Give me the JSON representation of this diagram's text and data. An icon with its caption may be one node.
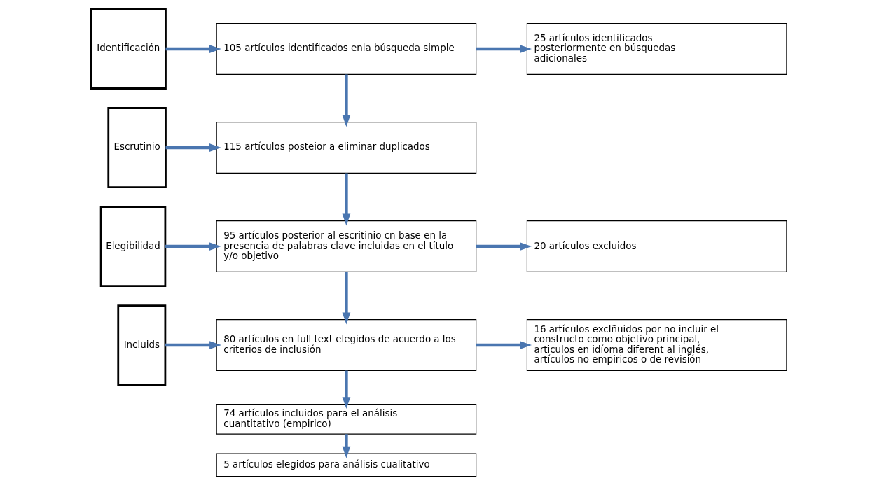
{
  "diagram": {
    "nodes": [
      {
        "text": [
          "Identificación"
        ]
      },
      {
        "text": [
          "105 artículos identificados enla búsqueda simple"
        ]
      },
      {
        "text": [
          "25 artículos identificados posteriormente en búsquedas adicionales"
        ]
      },
      {
        "text": [
          "Escrutinio"
        ]
      },
      {
        "text": [
          "115 artículos posteior a eliminar duplicados"
        ]
      },
      {
        "text": [
          "Elegibilidad"
        ]
      },
      {
        "text": [
          "95 artículos posterior al escritinio cn base en la presencia de palabras clave incluidas en el título y/o objetivo"
        ]
      },
      {
        "text": [
          "20 artículos excluidos"
        ]
      },
      {
        "text": [
          "Incluids"
        ]
      },
      {
        "text": [
          "80 artículos en full text elegidos de acuerdo a los criterios de inclusión"
        ]
      },
      {
        "text": [
          "16 artículos exclñuidos por no incluir el constructo como objetivo principal, articulos en idíoma diferent al inglés, artículos no empiricos o de revisión"
        ]
      },
      {
        "text": [
          "74 artículos incluidos para el análisis  cuantitativo (empirico)"
        ]
      },
      {
        "text": [
          "5 artículos elegidos para análisis cualitativo"
        ]
      }
    ],
    "edges": [
      {
        "from": 0,
        "to": 1,
        "arrow": "to"
      },
      {
        "from": 1,
        "to": 2,
        "arrow": "to"
      },
      {
        "from": 1,
        "to": 4,
        "arrow": "to"
      },
      {
        "from": 3,
        "to": 4,
        "arrow": "to"
      },
      {
        "from": 4,
        "to": 6,
        "arrow": "to"
      },
      {
        "from": 5,
        "to": 6,
        "arrow": "to"
      },
      {
        "from": 6,
        "to": 7,
        "arrow": "to"
      },
      {
        "from": 6,
        "to": 9,
        "arrow": "to"
      },
      {
        "from": 8,
        "to": 9,
        "arrow": "to"
      },
      {
        "from": 9,
        "to": 10,
        "arrow": "to"
      },
      {
        "from": 9,
        "to": 11,
        "arrow": "to"
      },
      {
        "from": 11,
        "to": 12,
        "arrow": "to"
      }
    ]
  }
}
